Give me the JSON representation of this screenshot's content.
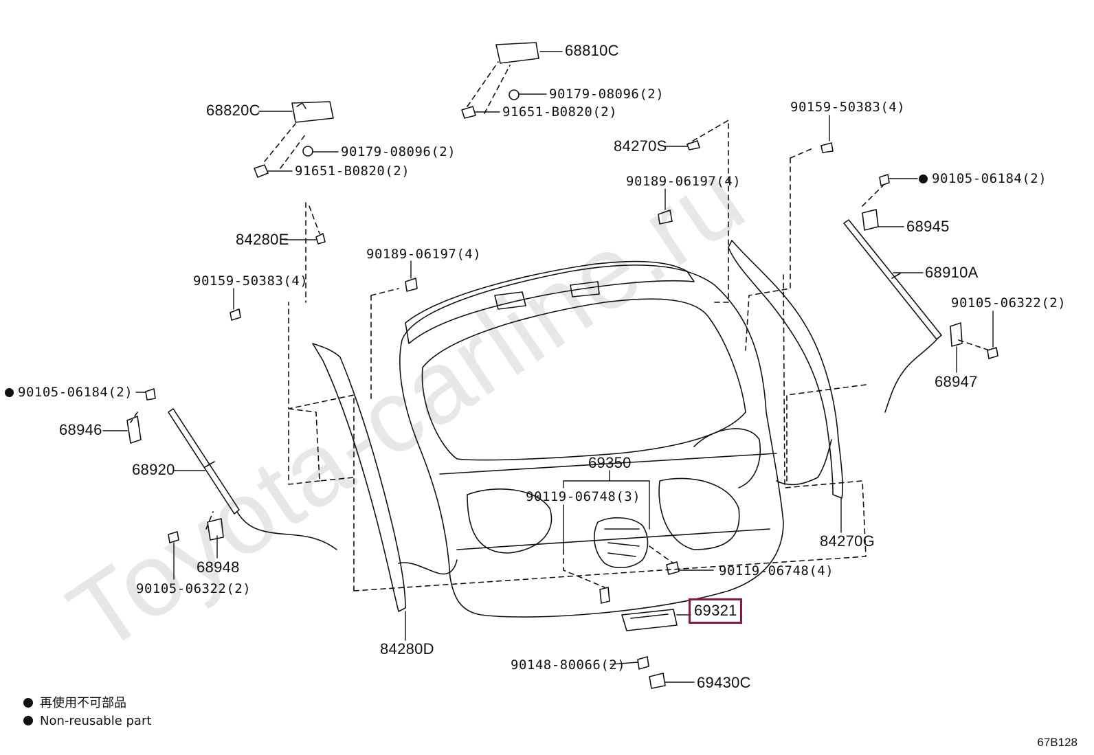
{
  "watermark": "Toyota-carline.ru",
  "parts": {
    "p68810C": "68810C",
    "p90179_a": "90179-08096(2)",
    "p91651_a": "91651-B0820(2)",
    "p68820C": "68820C",
    "p90179_b": "90179-08096(2)",
    "p91651_b": "91651-B0820(2)",
    "p84270S": "84270S",
    "p90159_a": "90159-50383(4)",
    "p90105_a": "90105-06184(2)",
    "p90189_a": "90189-06197(4)",
    "p68945": "68945",
    "p84280E": "84280E",
    "p68910A": "68910A",
    "p90189_b": "90189-06197(4)",
    "p90159_b": "90159-50383(4)",
    "p90105_b": "90105-06322(2)",
    "p68947": "68947",
    "p90105_c": "90105-06184(2)",
    "p68946": "68946",
    "p69350": "69350",
    "p68920": "68920",
    "p90119_a": "90119-06748(3)",
    "p84270G": "84270G",
    "p68948": "68948",
    "p90119_b": "90119-06748(4)",
    "p90105_d": "90105-06322(2)",
    "p69321": "69321",
    "p84280D": "84280D",
    "p90148": "90148-80066(2)",
    "p69430C": "69430C"
  },
  "legend": {
    "line_jp": "再使用不可部品",
    "line_en": "Non-reusable part"
  },
  "diagram_code": "67B128",
  "colors": {
    "highlight": "#8b1a3a",
    "ink": "#111111",
    "watermark": "#e7e7e7"
  }
}
